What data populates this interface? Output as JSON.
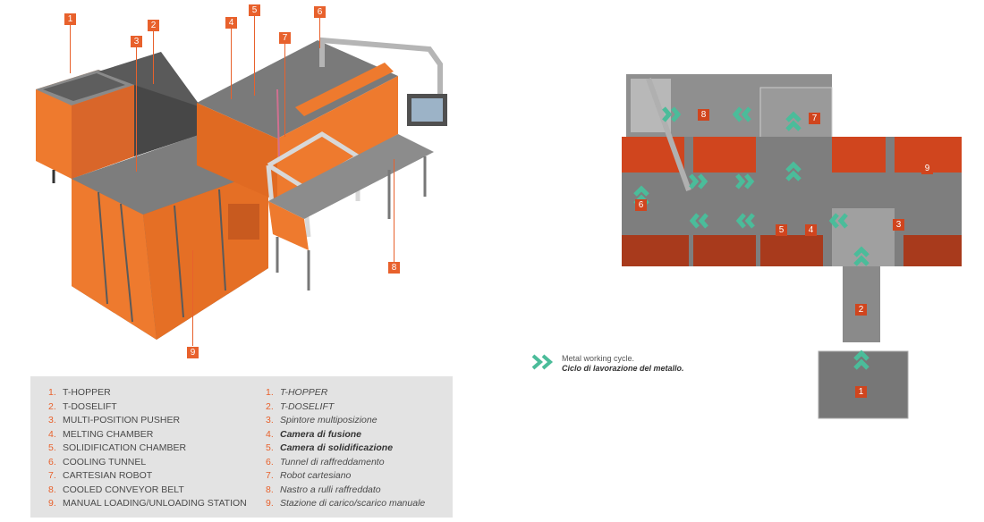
{
  "colors": {
    "accent": "#e8612c",
    "machine": "#717171",
    "orange": "#ee7a2e",
    "arrow": "#4bbc9a",
    "legend_bg": "#e3e3e3"
  },
  "callouts_left": [
    "1",
    "2",
    "3",
    "4",
    "5",
    "6",
    "7",
    "8",
    "9"
  ],
  "callouts_right": [
    "8",
    "7",
    "9",
    "6",
    "5",
    "4",
    "3",
    "2",
    "1"
  ],
  "legend": {
    "english": [
      {
        "num": "1.",
        "label": "T-HOPPER"
      },
      {
        "num": "2.",
        "label": "T-DOSELIFT"
      },
      {
        "num": "3.",
        "label": "MULTI-POSITION PUSHER"
      },
      {
        "num": "4.",
        "label": "MELTING CHAMBER"
      },
      {
        "num": "5.",
        "label": "SOLIDIFICATION CHAMBER"
      },
      {
        "num": "6.",
        "label": "COOLING TUNNEL"
      },
      {
        "num": "7.",
        "label": "CARTESIAN ROBOT"
      },
      {
        "num": "8.",
        "label": "COOLED CONVEYOR BELT"
      },
      {
        "num": "9.",
        "label": "MANUAL LOADING/UNLOADING STATION"
      }
    ],
    "italian": [
      {
        "num": "1.",
        "label": "T-HOPPER"
      },
      {
        "num": "2.",
        "label": "T-DOSELIFT"
      },
      {
        "num": "3.",
        "label": "Spintore multiposizione"
      },
      {
        "num": "4.",
        "label": "Camera di fusione"
      },
      {
        "num": "5.",
        "label": "Camera di solidificazione"
      },
      {
        "num": "6.",
        "label": "Tunnel di raffreddamento"
      },
      {
        "num": "7.",
        "label": "Robot cartesiano"
      },
      {
        "num": "8.",
        "label": "Nastro a rulli raffreddato"
      },
      {
        "num": "9.",
        "label": "Stazione di carico/scarico manuale"
      }
    ]
  },
  "caption": {
    "english": "Metal working cycle.",
    "italian": "Ciclo di lavorazione del metallo.",
    "icon": "double-chevron-right-icon"
  }
}
